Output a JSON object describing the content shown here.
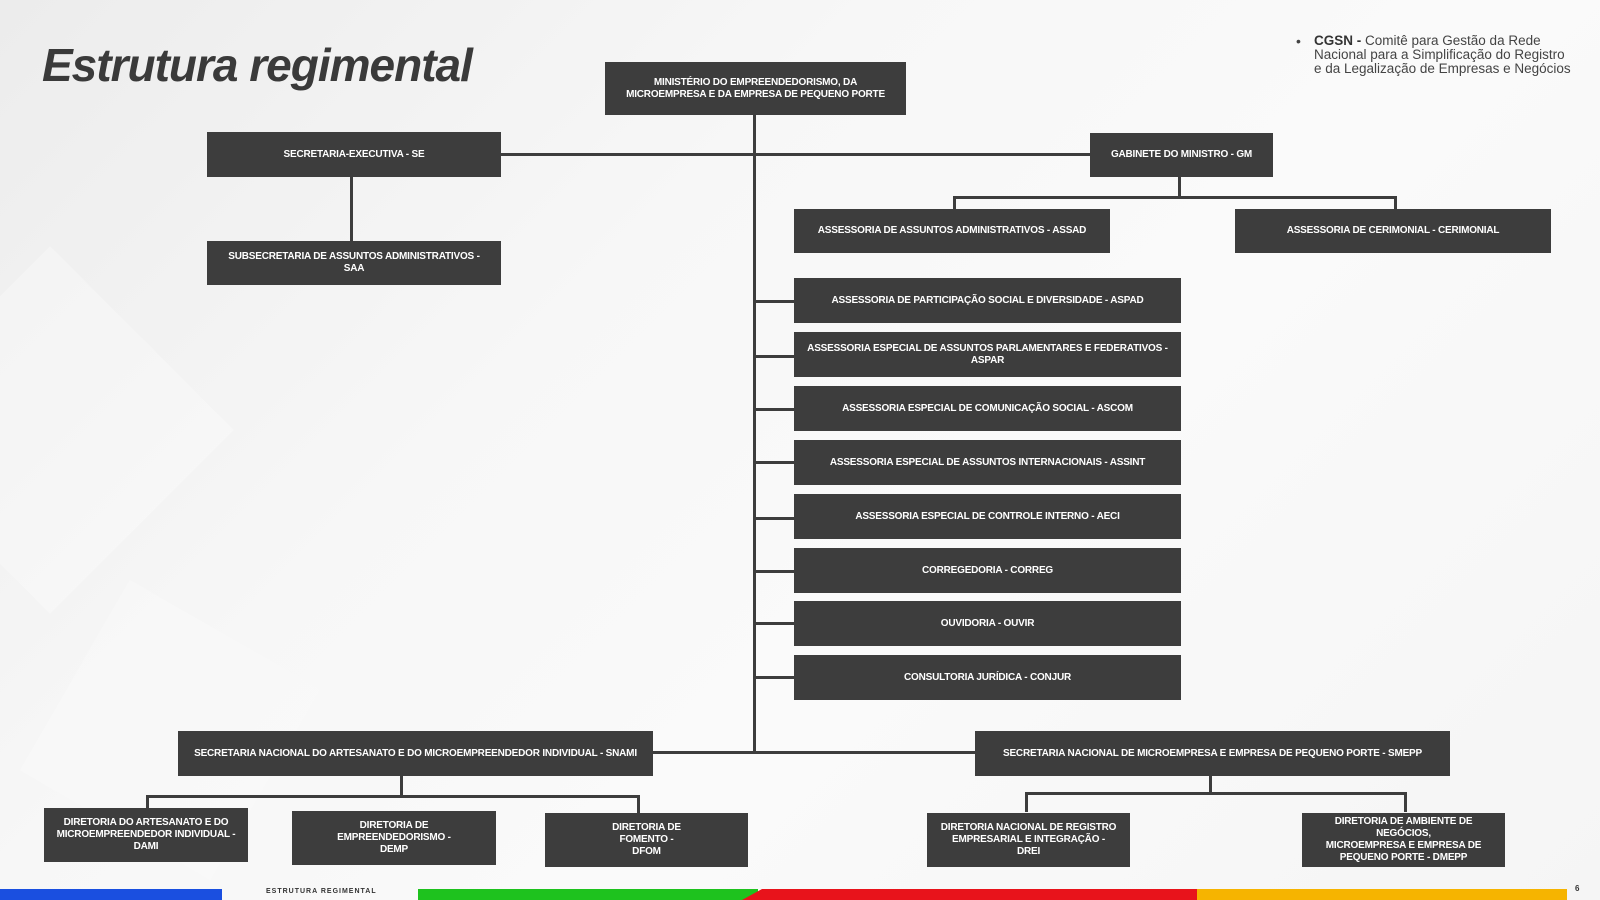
{
  "title": "Estrutura regimental",
  "note": {
    "term": "CGSN -",
    "text": " Comitê para Gestão da Rede Nacional para a Simplificação do Registro e da Legalização de Empresas e Negócios"
  },
  "nodes": {
    "ministerio": "MINISTÉRIO DO EMPREENDEDORISMO, DA\nMICROEMPRESA E DA EMPRESA DE PEQUENO PORTE",
    "se": "SECRETARIA-EXECUTIVA - SE",
    "saa": "SUBSECRETARIA DE ASSUNTOS ADMINISTRATIVOS - SAA",
    "gm": "GABINETE DO MINISTRO - GM",
    "assad": "ASSESSORIA DE ASSUNTOS ADMINISTRATIVOS - ASSAD",
    "cerimonial": "ASSESSORIA DE CERIMONIAL - CERIMONIAL",
    "aspad": "ASSESSORIA DE PARTICIPAÇÃO SOCIAL E DIVERSIDADE - ASPAD",
    "aspar": "ASSESSORIA ESPECIAL DE ASSUNTOS PARLAMENTARES E FEDERATIVOS -\nASPAR",
    "ascom": "ASSESSORIA ESPECIAL DE COMUNICAÇÃO SOCIAL - ASCOM",
    "assint": "ASSESSORIA ESPECIAL DE ASSUNTOS INTERNACIONAIS - ASSINT",
    "aeci": "ASSESSORIA ESPECIAL DE CONTROLE INTERNO - AECI",
    "correg": "CORREGEDORIA - CORREG",
    "ouvir": "OUVIDORIA - OUVIR",
    "conjur": "CONSULTORIA JURÍDICA - CONJUR",
    "snami": "SECRETARIA NACIONAL DO ARTESANATO E DO MICROEMPREENDEDOR INDIVIDUAL - SNAMI",
    "smepp": "SECRETARIA NACIONAL DE MICROEMPRESA E EMPRESA DE PEQUENO PORTE - SMEPP",
    "dami": "DIRETORIA DO ARTESANATO E DO\nMICROEMPREENDEDOR INDIVIDUAL -\nDAMI",
    "demp": "DIRETORIA DE\nEMPREENDEDORISMO -\nDEMP",
    "dfom": "DIRETORIA DE\nFOMENTO -\nDFOM",
    "drei": "DIRETORIA NACIONAL DE REGISTRO\nEMPRESARIAL E INTEGRAÇÃO -\nDREI",
    "dmepp": "DIRETORIA DE  AMBIENTE DE NEGÓCIOS,\nMICROEMPRESA E EMPRESA DE\nPEQUENO PORTE - DMEPP"
  },
  "footer": {
    "label": "ESTRUTURA REGIMENTAL",
    "page": "6",
    "colors": [
      "#1a4fe0",
      "#1ec21e",
      "#e8131b",
      "#f6b400"
    ]
  }
}
